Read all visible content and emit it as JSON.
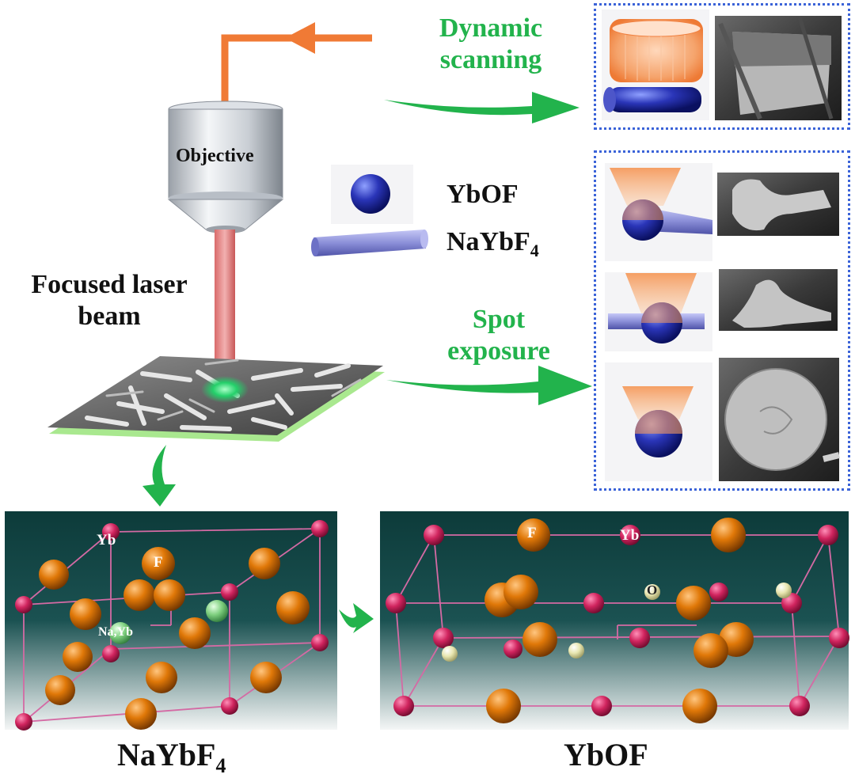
{
  "labels": {
    "objective": "Objective",
    "focused_laser_beam_line1": "Focused laser",
    "focused_laser_beam_line2": "beam",
    "dynamic_scanning_line1": "Dynamic",
    "dynamic_scanning_line2": "scanning",
    "spot_exposure_line1": "Spot",
    "spot_exposure_line2": "exposure",
    "legend_sphere": "YbOF",
    "legend_rod_base": "NaYbF",
    "legend_rod_sub": "4"
  },
  "crystal_left": {
    "caption_base": "NaYbF",
    "caption_sub": "4",
    "atom_yb": "Yb",
    "atom_f": "F",
    "atom_na_yb": "Na,Yb"
  },
  "crystal_right": {
    "caption": "YbOF",
    "atom_f": "F",
    "atom_yb": "Yb",
    "atom_o": "O"
  },
  "colors": {
    "arrow_green": "#22b34c",
    "beam_orange": "#f07a35",
    "panel_border": "#3b63d8",
    "yb_atom": "#d0245e",
    "f_atom": "#e07808",
    "na_atom": "#7fd07f",
    "o_atom": "#e8e6b0",
    "lattice_bg_top": "#0d3b3a"
  }
}
